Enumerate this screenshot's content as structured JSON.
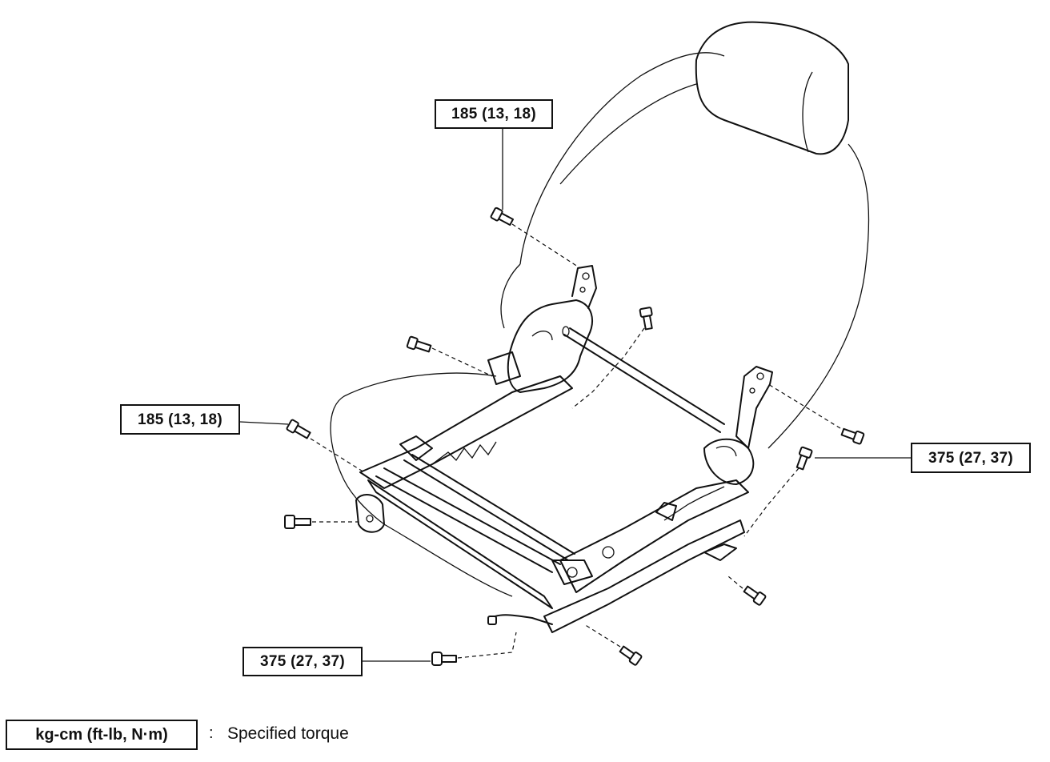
{
  "torque_labels": {
    "top_bolt": "185 (13, 18)",
    "left_bolt": "185 (13, 18)",
    "right_bolt": "375 (27, 37)",
    "bottom_bolt": "375 (27, 37)"
  },
  "legend": {
    "units": "kg-cm (ft-lb, N·m)",
    "separator": ":",
    "description": "Specified torque"
  }
}
